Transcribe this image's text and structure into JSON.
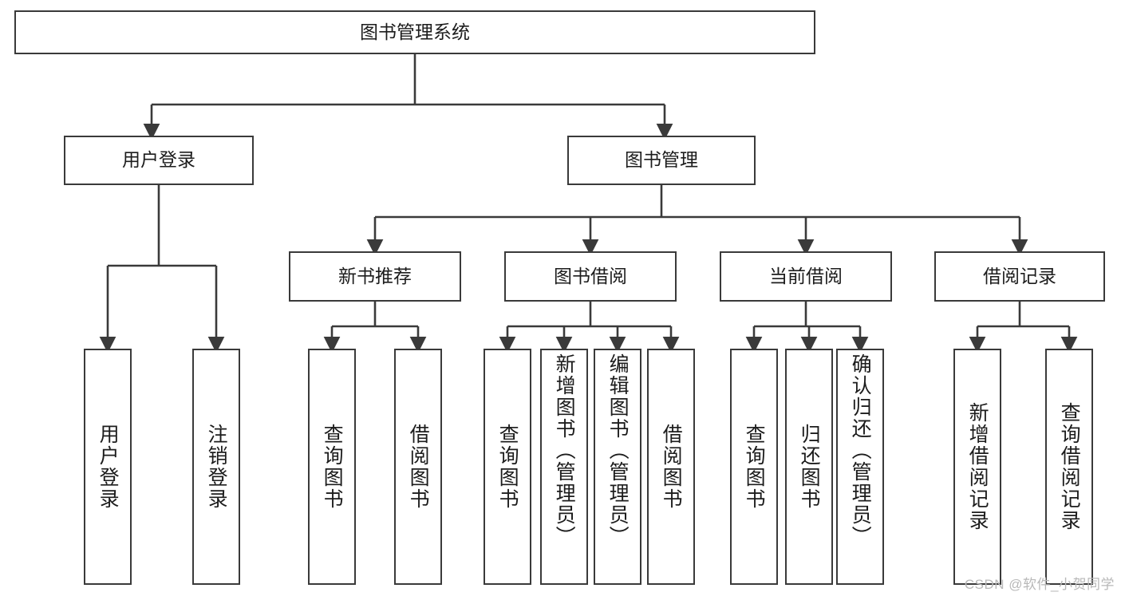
{
  "diagram": {
    "title": "图书管理系统",
    "watermark": "CSDN @软件_小贺同学",
    "accent_color": "#3a3a3a",
    "background_color": "#ffffff",
    "levels": {
      "root": {
        "label": "图书管理系统"
      },
      "level2": [
        {
          "label": "用户登录"
        },
        {
          "label": "图书管理"
        }
      ],
      "level3": [
        {
          "label": "新书推荐"
        },
        {
          "label": "图书借阅"
        },
        {
          "label": "当前借阅"
        },
        {
          "label": "借阅记录"
        }
      ],
      "leaves": {
        "user_login": [
          {
            "label": "用户登录"
          },
          {
            "label": "注销登录"
          }
        ],
        "new_book_recommend": [
          {
            "label": "查询图书"
          },
          {
            "label": "借阅图书"
          }
        ],
        "book_borrow": [
          {
            "label": "查询图书"
          },
          {
            "label": "新增图书（管理员）"
          },
          {
            "label": "编辑图书（管理员）"
          },
          {
            "label": "借阅图书"
          }
        ],
        "current_borrow": [
          {
            "label": "查询图书"
          },
          {
            "label": "归还图书"
          },
          {
            "label": "确认归还（管理员）"
          }
        ],
        "borrow_record": [
          {
            "label": "新增借阅记录"
          },
          {
            "label": "查询借阅记录"
          }
        ]
      }
    }
  }
}
